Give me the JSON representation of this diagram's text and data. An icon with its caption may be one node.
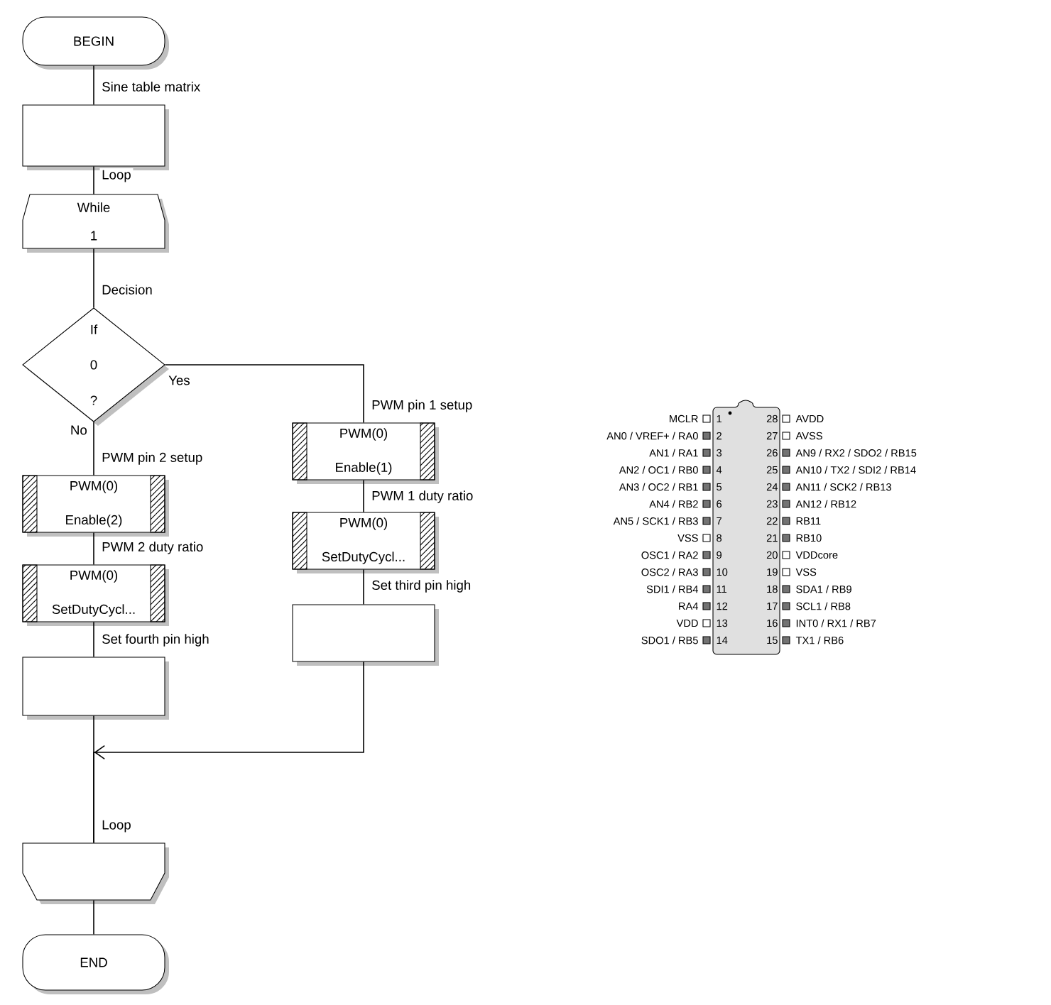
{
  "diagram": {
    "nodes": [
      {
        "text": [
          "BEGIN"
        ]
      },
      {
        "text": [],
        "shape": "box",
        "beside": [
          "Sine table matrix"
        ]
      },
      {
        "text": [
          "While",
          "1"
        ]
      },
      {
        "text": [
          "If",
          "0",
          "?"
        ],
        "beside": [
          "Decision"
        ]
      },
      {
        "text": [
          "PWM(0)",
          "Enable(2)"
        ],
        "beside": [
          "PWM pin 2 setup"
        ]
      },
      {
        "text": [
          "PWM(0)",
          "SetDutyCycl..."
        ],
        "beside": [
          "PWM 2 duty ratio"
        ]
      },
      {
        "text": [],
        "shape": "box",
        "beside": [
          "Set fourth pin high"
        ]
      },
      {
        "text": [
          "PWM(0)",
          "Enable(1)"
        ],
        "beside": [
          "PWM pin 1 setup"
        ]
      },
      {
        "text": [
          "PWM(0)",
          "SetDutyCycl..."
        ],
        "beside": [
          "PWM 1 duty ratio"
        ]
      },
      {
        "text": [],
        "shape": "box",
        "beside": [
          "Set third pin high"
        ]
      },
      {
        "text": [],
        "shape": "trapezoid",
        "beside": [
          "Loop"
        ]
      },
      {
        "text": [
          "END"
        ]
      }
    ],
    "edges": [
      {
        "from": 0,
        "to": 1,
        "arrow": "none"
      },
      {
        "from": 1,
        "to": 2,
        "arrow": "none",
        "label": "Loop"
      },
      {
        "from": 2,
        "to": 3,
        "arrow": "none"
      },
      {
        "from": 3,
        "to": 4,
        "arrow": "none",
        "label": "No"
      },
      {
        "from": 4,
        "to": 5,
        "arrow": "none"
      },
      {
        "from": 5,
        "to": 6,
        "arrow": "none"
      },
      {
        "from": 6,
        "to": 10,
        "arrow": "none"
      },
      {
        "from": 3,
        "to": 7,
        "arrow": "none",
        "label": "Yes"
      },
      {
        "from": 7,
        "to": 8,
        "arrow": "none"
      },
      {
        "from": 8,
        "to": 9,
        "arrow": "none"
      },
      {
        "from": 9,
        "to": 10,
        "arrow": "to"
      },
      {
        "from": 10,
        "to": 11,
        "arrow": "none"
      }
    ],
    "labels": [
      "MCLR",
      "1",
      "28",
      "AVDD",
      "AN0 / VREF+ / RA0",
      "2",
      "27",
      "AVSS",
      "AN1 / RA1",
      "3",
      "26",
      "AN9 / RX2 / SDO2 / RB15",
      "AN2 / OC1 / RB0",
      "4",
      "25",
      "AN10 / TX2 / SDI2 / RB14",
      "AN3 / OC2 / RB1",
      "5",
      "24",
      "AN11 / SCK2 / RB13",
      "AN4 / RB2",
      "6",
      "23",
      "AN12 / RB12",
      "AN5 / SCK1 / RB3",
      "7",
      "22",
      "RB11",
      "VSS",
      "8",
      "21",
      "RB10",
      "OSC1 / RA2",
      "9",
      "20",
      "VDDcore",
      "OSC2 / RA3",
      "10",
      "19",
      "VSS",
      "SDI1 / RB4",
      "11",
      "18",
      "SDA1 / RB9",
      "RA4",
      "12",
      "17",
      "SCL1 / RB8",
      "VDD",
      "13",
      "16",
      "INT0 / RX1 / RB7",
      "SDO1 / RB5",
      "14",
      "15",
      "TX1 / RB6"
    ]
  }
}
